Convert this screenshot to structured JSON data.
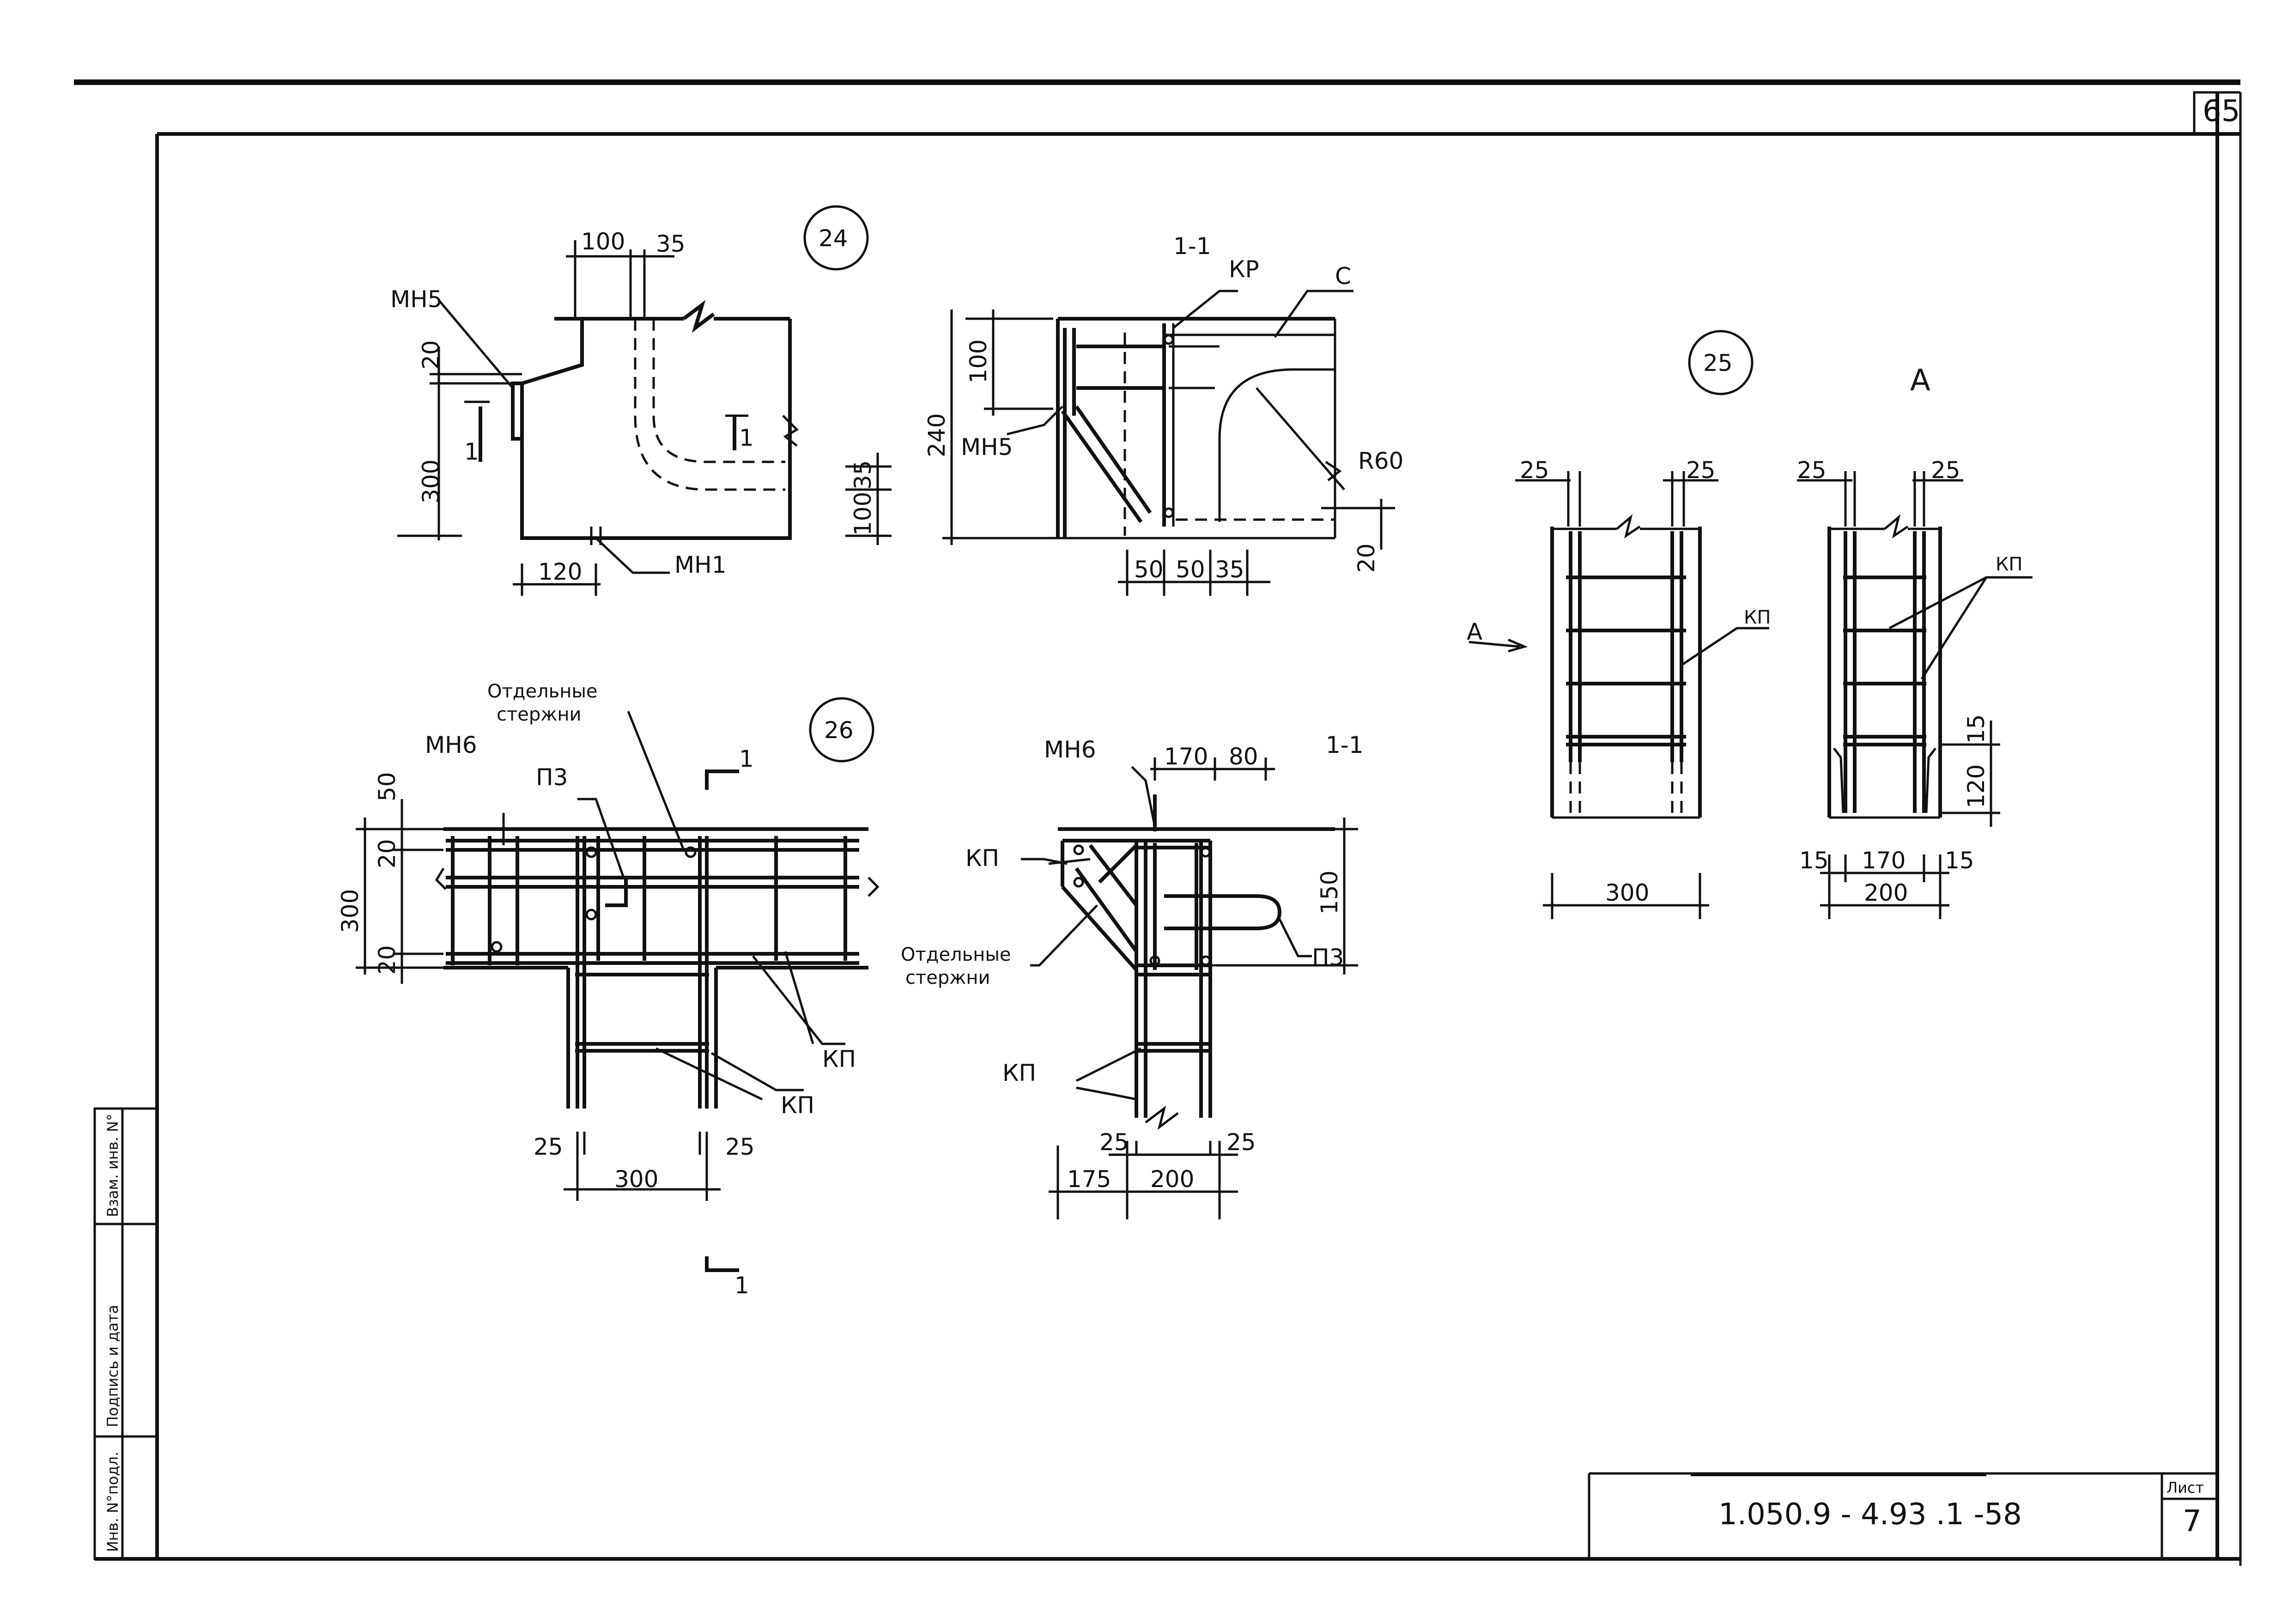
{
  "sheet": {
    "page_corner": "65",
    "code": "1.050.9 - 4.93 .1 -58",
    "list_label": "Лист",
    "list_number": "7"
  },
  "stamp": {
    "inv_podl": "Инв. N°подл.",
    "podpis": "Подпись и дата",
    "vzam": "Взам. инв. N°"
  },
  "node24": {
    "badge": "24",
    "plan": {
      "mh5": "МН5",
      "mh1": "МН1",
      "d100": "100",
      "d35": "35",
      "d20": "20",
      "d300": "300",
      "d120": "120",
      "d35b": "35",
      "d100b": "100",
      "cut1a": "1",
      "cut1b": "1"
    },
    "section": {
      "title": "1-1",
      "kp": "КР",
      "c": "С",
      "mh5": "МН5",
      "r60": "R60",
      "d240": "240",
      "d100": "100",
      "d20": "20",
      "d50a": "50",
      "d50b": "50",
      "d35": "35"
    }
  },
  "node25": {
    "badge": "25",
    "view_a": "А",
    "arrow_a": "А",
    "kp1": "КП",
    "kp2": "КП",
    "d25a": "25",
    "d25b": "25",
    "d25c": "25",
    "d25d": "25",
    "d300": "300",
    "d15a": "15",
    "d120": "120",
    "d15b": "15",
    "d170": "170",
    "d15c": "15",
    "d200": "200"
  },
  "node26": {
    "badge": "26",
    "separate": "Отдельные",
    "rods": "стержни",
    "mh6": "МН6",
    "p3": "П3",
    "kp1": "КП",
    "kp2": "КП",
    "cut1a": "1",
    "cut1b": "1",
    "d50": "50",
    "d20a": "20",
    "d300": "300",
    "d20b": "20",
    "d25a": "25",
    "d25b": "25",
    "d300b": "300",
    "section": {
      "title": "1-1",
      "mh6": "МН6",
      "kp1": "КП",
      "kp2": "КП",
      "p3": "П3",
      "separate": "Отдельные",
      "rods": "стержни",
      "d170": "170",
      "d80": "80",
      "d150": "150",
      "d25a": "25",
      "d25b": "25",
      "d175": "175",
      "d200": "200"
    }
  }
}
